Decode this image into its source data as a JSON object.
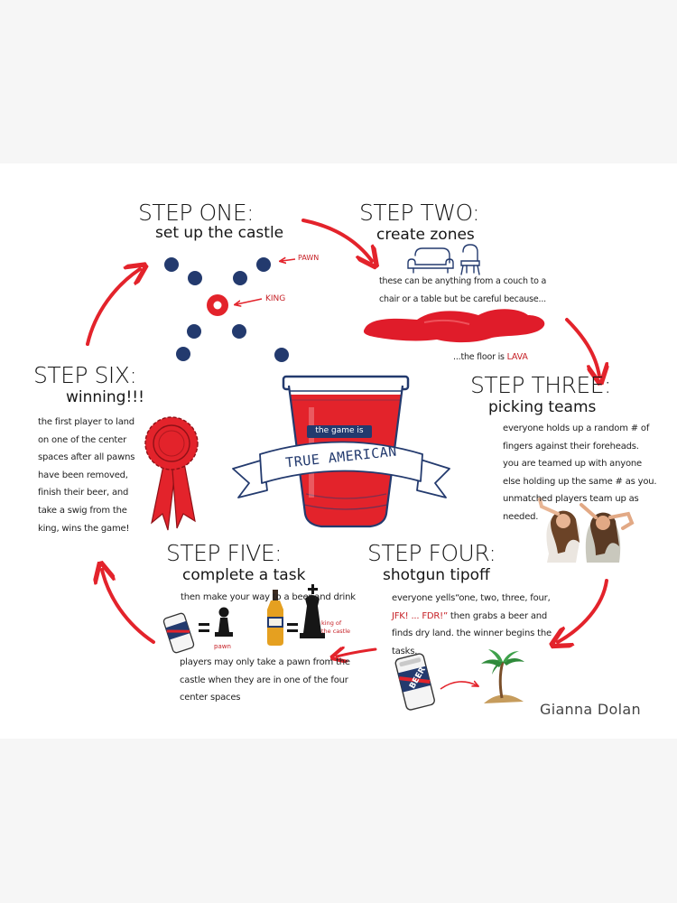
{
  "steps": {
    "one": {
      "title": "STEP ONE:",
      "subtitle": "set up the castle",
      "pawn_label": "PAWN",
      "king_label": "KING"
    },
    "two": {
      "title": "STEP TWO:",
      "subtitle": "create zones",
      "lines": [
        "these can be anything from a couch to a",
        "chair or a table but be careful because..."
      ],
      "lava_prefix": "...the floor is ",
      "lava_word": "LAVA"
    },
    "three": {
      "title": "STEP THREE:",
      "subtitle": "picking teams",
      "lines": [
        "everyone holds up a random # of",
        "fingers against their foreheads.",
        "you are teamed up with anyone",
        "else holding up the same # as you.",
        "unmatched players team up as",
        "needed."
      ]
    },
    "four": {
      "title": "STEP FOUR:",
      "subtitle": "shotgun tipoff",
      "line1": "everyone yells“one, two, three, four,",
      "line2_red": "JFK! ... FDR!”",
      "line2_rest": " then grabs a beer and",
      "line3": "finds dry land. the winner begins the",
      "line4": "tasks."
    },
    "five": {
      "title": "STEP FIVE:",
      "subtitle": "complete a task",
      "line_top": "then make your way to a beer and drink",
      "pawn_caption": "pawn",
      "king_caption_1": "king of",
      "king_caption_2": "the castle",
      "lines": [
        "players may only take a pawn from the",
        "castle when they are in one of the four",
        "center spaces"
      ]
    },
    "six": {
      "title": "STEP SIX:",
      "subtitle": "winning!!!",
      "lines": [
        "the first player to land",
        "on one of the center",
        "spaces after all pawns",
        "have been removed,",
        "finish their beer, and",
        "take a swig from the",
        "king, wins the game!"
      ]
    }
  },
  "center": {
    "banner_top": "the game is",
    "banner_main": "TRUE AMERICAN"
  },
  "can_label": "BEER",
  "credit": "Gianna Dolan",
  "colors": {
    "red": "#e3232b",
    "navy": "#233a6e",
    "ink": "#161616",
    "lava": "#e01c2a"
  }
}
